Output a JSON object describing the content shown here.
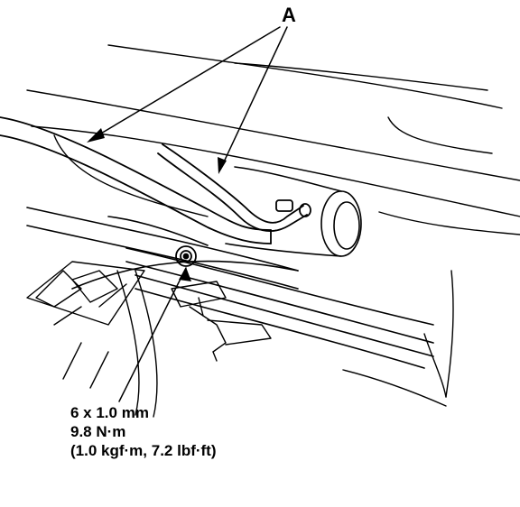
{
  "callout": {
    "label": "A"
  },
  "fastener_spec": {
    "size": "6 x 1.0 mm",
    "torque_nm": "9.8 N·m",
    "torque_alt": "(1.0 kgf·m, 7.2 lbf·ft)"
  },
  "colors": {
    "ink": "#000000",
    "paper": "#ffffff"
  }
}
